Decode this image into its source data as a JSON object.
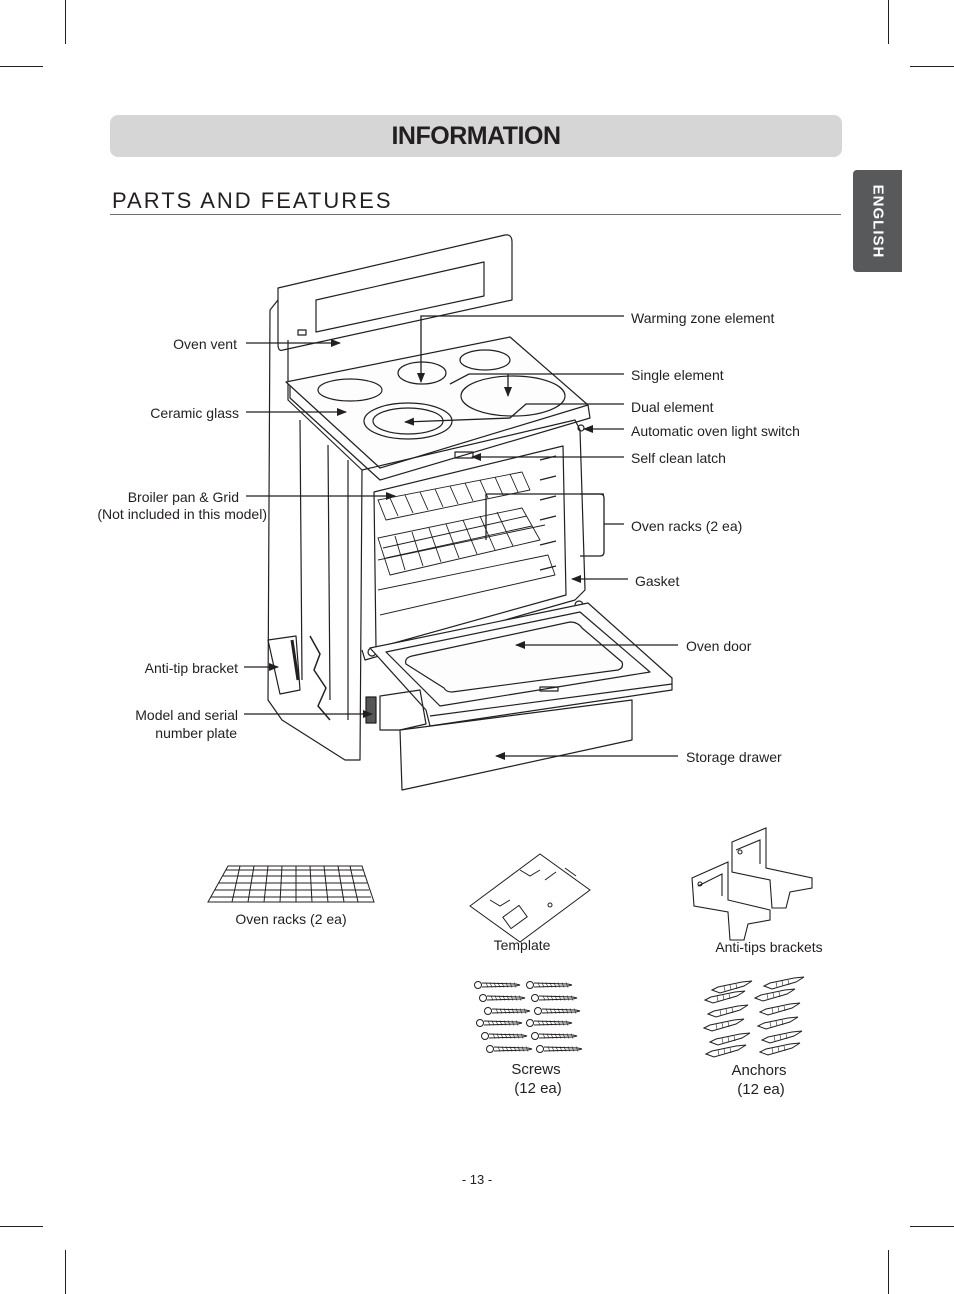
{
  "header": {
    "title": "INFORMATION"
  },
  "section": {
    "title": "PARTS AND FEATURES"
  },
  "side_tab": {
    "label": "ENGLISH"
  },
  "callouts": {
    "left": {
      "oven_vent": "Oven vent",
      "ceramic_glass": "Ceramic glass",
      "broiler_line1": "Broiler pan & Grid",
      "broiler_line2": "(Not included in this model)",
      "anti_tip_bracket": "Anti-tip bracket",
      "model_serial_line1": "Model and serial",
      "model_serial_line2": "number plate"
    },
    "right": {
      "warming_zone": "Warming zone element",
      "single_element": "Single element",
      "dual_element": "Dual element",
      "light_switch": "Automatic oven light switch",
      "self_clean_latch": "Self clean latch",
      "oven_racks": "Oven racks (2 ea)",
      "gasket": "Gasket",
      "oven_door": "Oven door",
      "storage_drawer": "Storage drawer"
    }
  },
  "accessories": {
    "racks": "Oven racks (2 ea)",
    "template": "Template",
    "brackets": "Anti-tips brackets",
    "screws_line1": "Screws",
    "screws_line2": "(12 ea)",
    "anchors_line1": "Anchors",
    "anchors_line2": "(12 ea)"
  },
  "footer": {
    "page_number": "- 13 -"
  }
}
